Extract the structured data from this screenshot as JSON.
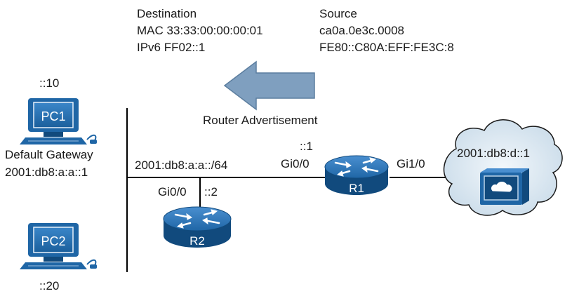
{
  "header": {
    "destination_title": "Destination",
    "destination_mac": "MAC  33:33:00:00:00:01",
    "destination_ipv6": "IPv6  FF02::1",
    "source_title": "Source",
    "source_mac": "ca0a.0e3c.0008",
    "source_ipv6": "FE80::C80A:EFF:FE3C:8"
  },
  "arrow": {
    "label": "Router Advertisement",
    "direction": "left"
  },
  "hosts": {
    "pc1": {
      "name": "PC1",
      "suffix": "::10",
      "gateway_title": "Default Gateway",
      "gateway_address": "2001:db8:a:a::1"
    },
    "pc2": {
      "name": "PC2",
      "suffix": "::20"
    }
  },
  "network": {
    "prefix": "2001:db8:a:a::/64"
  },
  "routers": {
    "r1": {
      "name": "R1",
      "lan_interface": "Gi0/0",
      "lan_suffix": "::1",
      "wan_interface": "Gi1/0"
    },
    "r2": {
      "name": "R2",
      "interface": "Gi0/0",
      "suffix": "::2"
    }
  },
  "cloud": {
    "address": "2001:db8:d::1"
  },
  "colors": {
    "device_blue": "#1f66a6",
    "device_blue_dark": "#114a7d",
    "arrow_fill": "#7f9fbf",
    "cloud_fill": "#c9dbe9",
    "link": "#000000"
  }
}
